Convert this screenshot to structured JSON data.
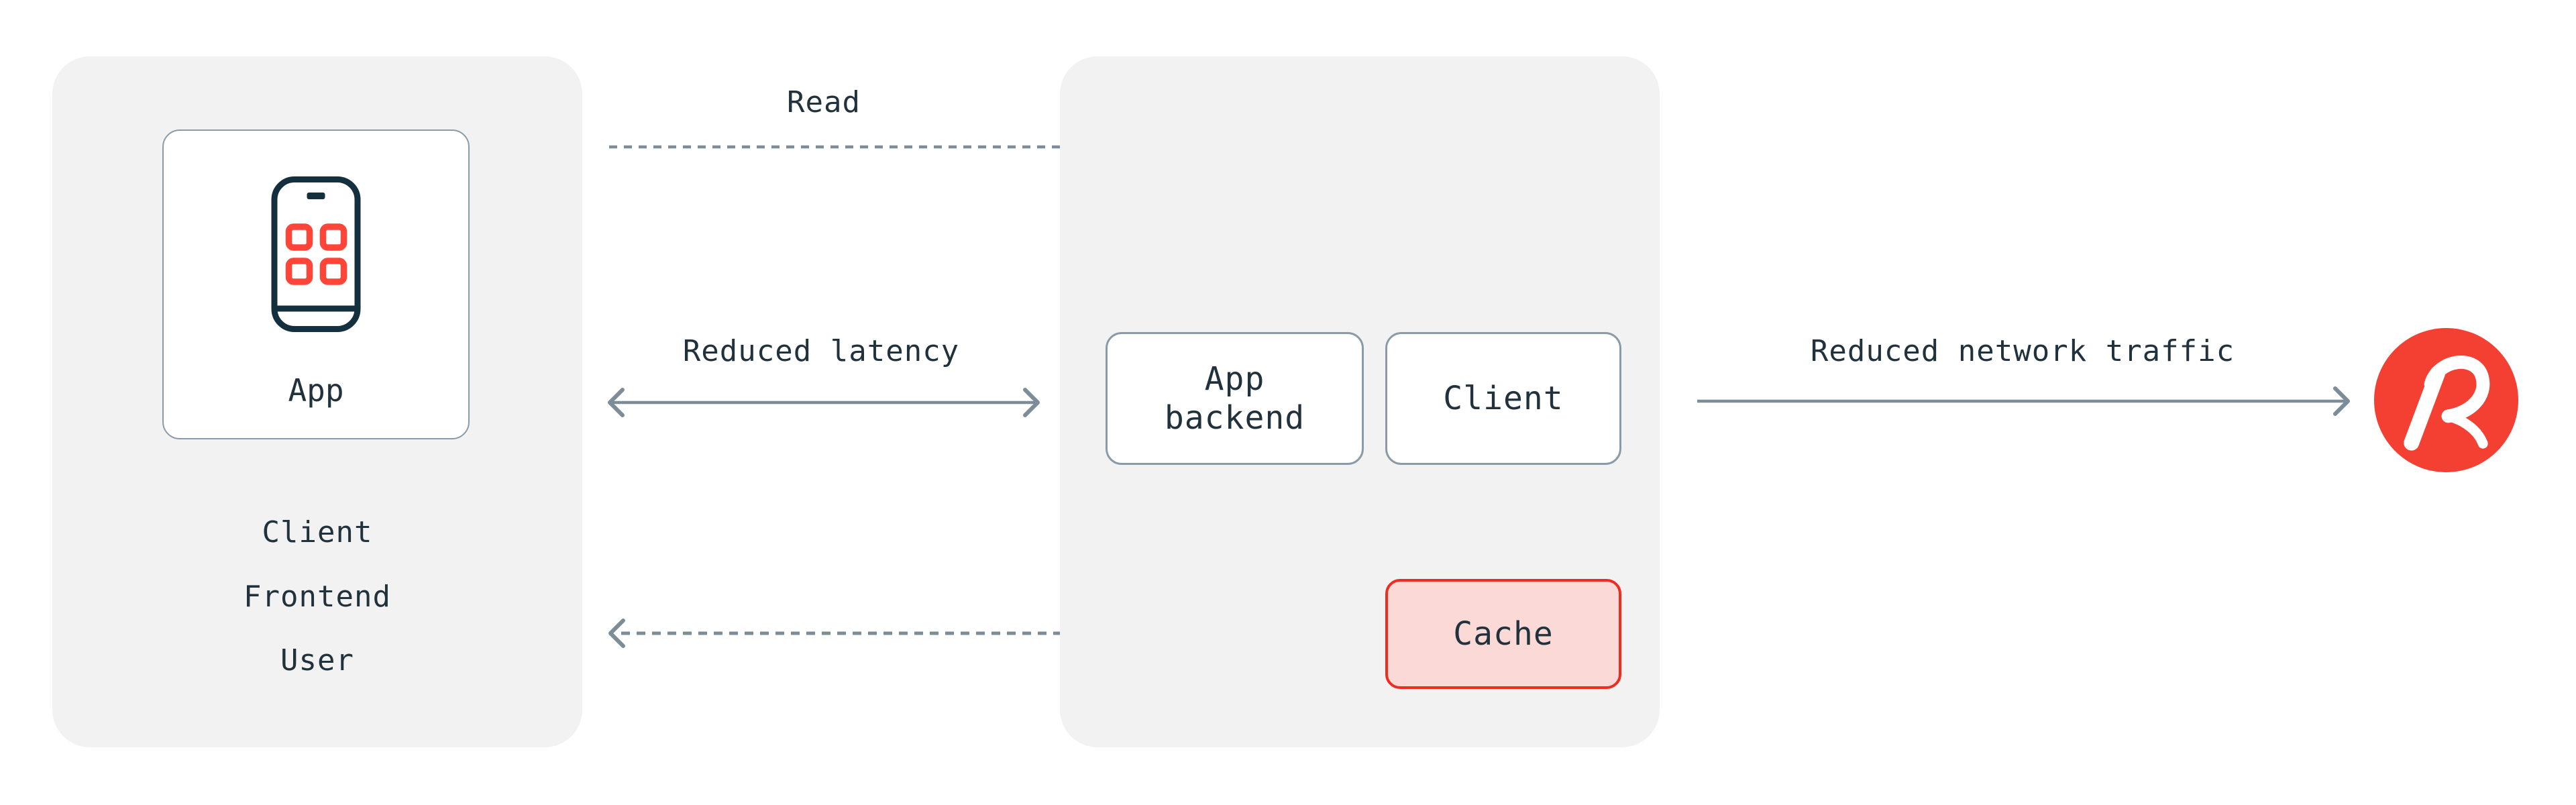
{
  "left_panel": {
    "app_label": "App",
    "items": [
      {
        "label": "Client"
      },
      {
        "label": "Frontend"
      },
      {
        "label": "User"
      }
    ]
  },
  "middle_panel": {
    "app_backend_label": "App\nbackend",
    "client_label": "Client",
    "cache_label": "Cache"
  },
  "labels": {
    "read": "Read",
    "reduced_latency": "Reduced latency",
    "reduced_network_traffic": "Reduced network traffic"
  },
  "icons": {
    "mobile_app_icon": "phone-with-app-grid",
    "logo": "redis-r-mark"
  },
  "colors": {
    "panel-bg": "#f2f2f2",
    "border-gray": "#8a9ba7",
    "line-gray": "#7c8d98",
    "text-dark": "#22323c",
    "navy": "#142f3e",
    "red": "#ff4438",
    "cache-border": "#ee2c1f",
    "cache-fill": "#fbd9d6",
    "logo-red": "#f43f33"
  }
}
